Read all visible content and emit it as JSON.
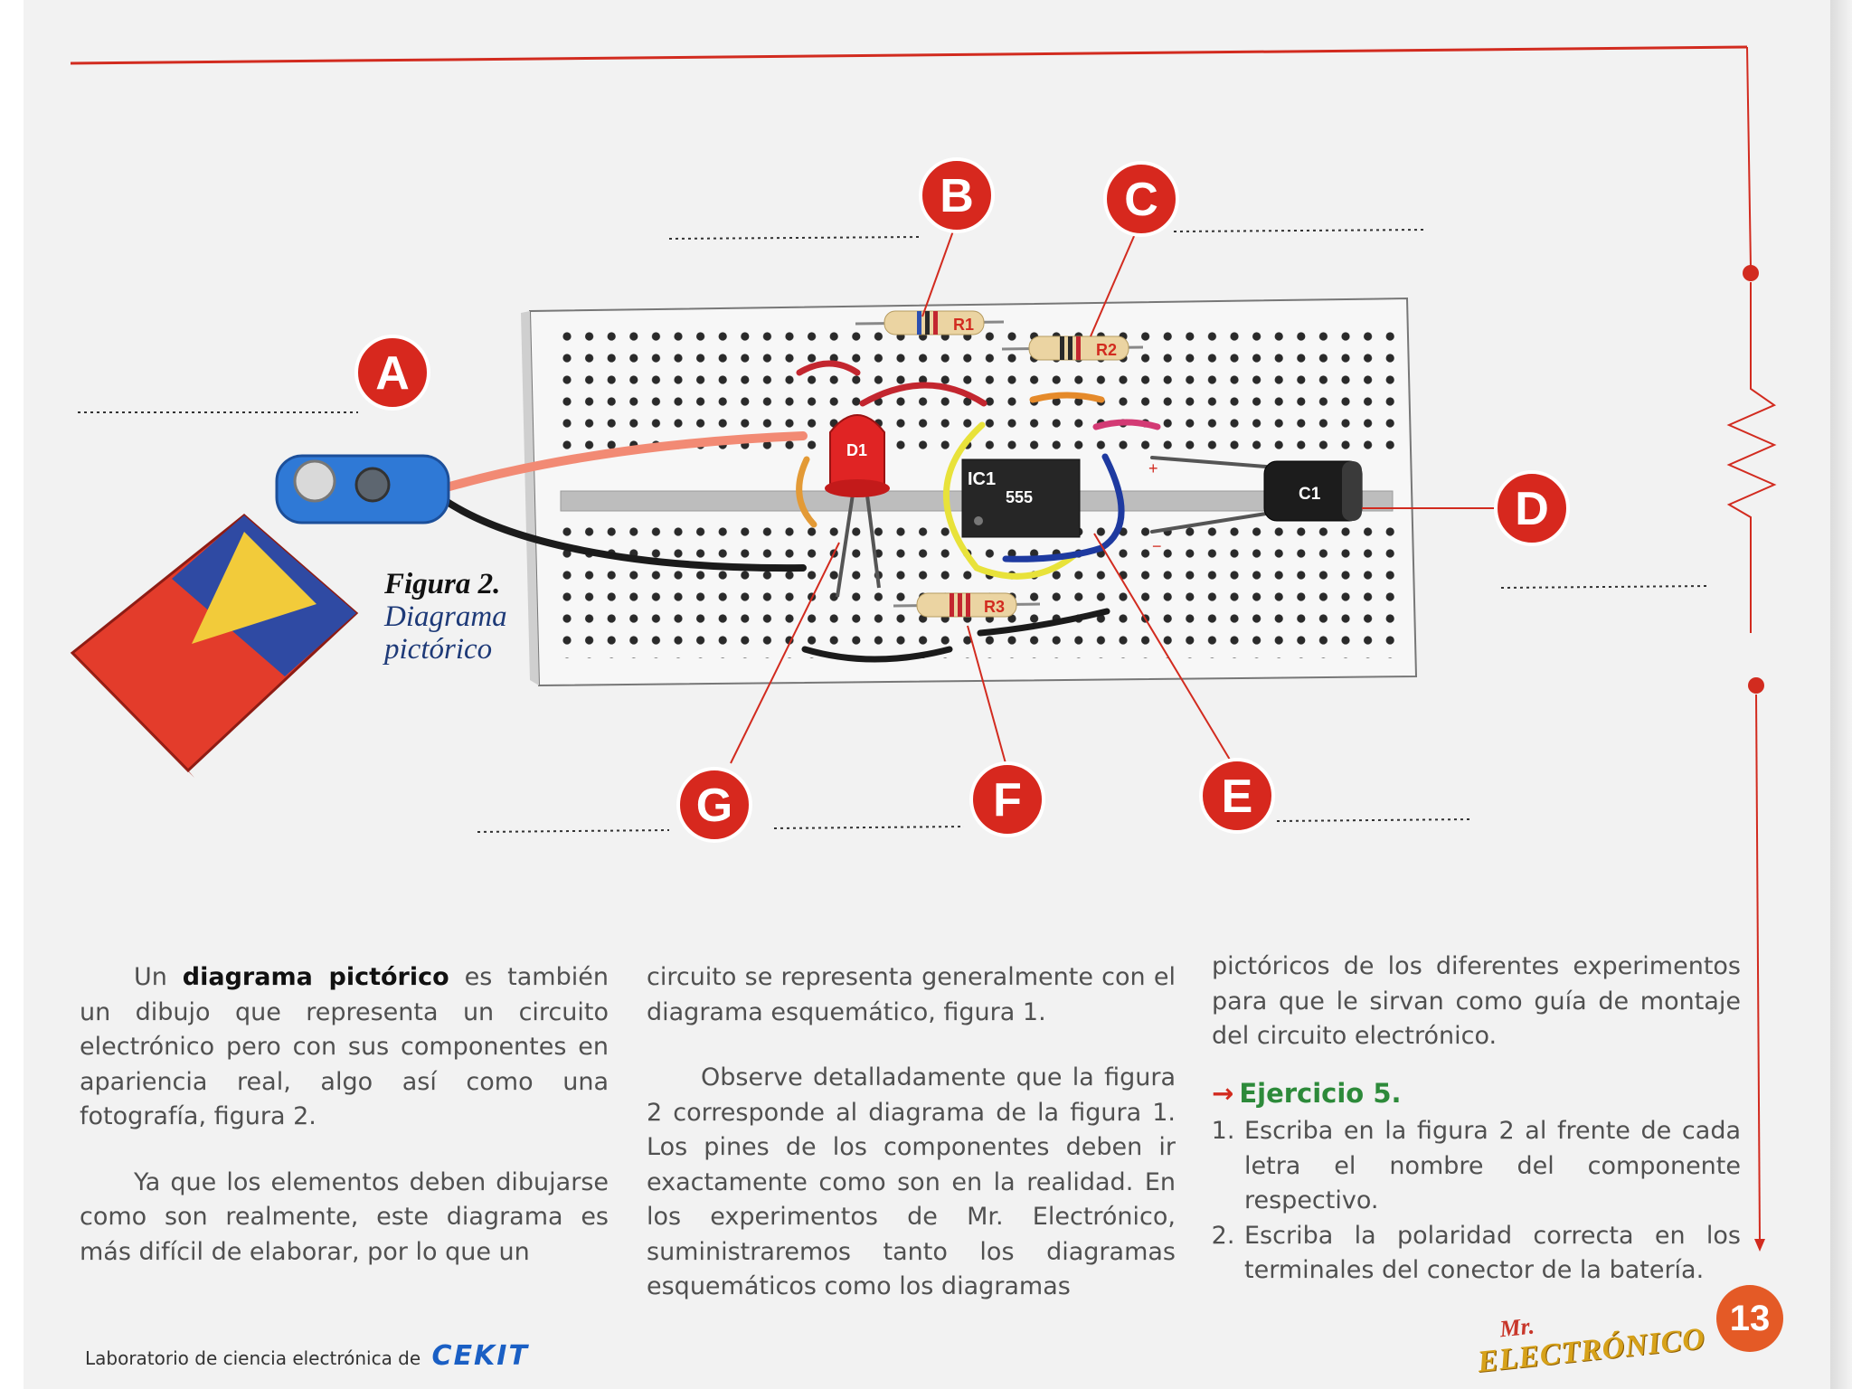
{
  "figure": {
    "caption_title": "Figura 2.",
    "caption_line1": "Diagrama",
    "caption_line2": "pictórico",
    "labels": [
      "A",
      "B",
      "C",
      "D",
      "E",
      "F",
      "G"
    ],
    "components": {
      "r1": "R1",
      "r2": "R2",
      "r3": "R3",
      "d1": "D1",
      "ic1": "IC1",
      "ic_part": "555",
      "c1": "C1",
      "plus": "+",
      "minus": "−"
    }
  },
  "body": {
    "col1": {
      "p1_intro": "Un",
      "p1_bold": "diagrama pictórico",
      "p1_rest": "es también un dibujo que representa un circuito electrónico pero con sus componentes en apariencia real, algo así como una fotografía, figura 2.",
      "p2": "Ya que los elementos deben dibujarse como son realmente, este diagrama es más difícil de elaborar, por lo que un"
    },
    "col2": {
      "p1": "circuito se representa generalmente con el diagrama esquemático, figura 1.",
      "p2": "Observe detalladamente que la figura 2 corresponde al diagrama de la figura 1. Los pines de los componentes deben ir exactamente como son en la realidad. En los experimentos de Mr. Electrónico, suministraremos tanto los diagramas esquemáticos como los diagramas"
    },
    "col3": {
      "p1": "pictóricos de los diferentes experimentos para que le sirvan como guía de montaje del circuito electrónico.",
      "exercise_title": "Ejercicio 5.",
      "exercise_items": [
        "Escriba en la figura 2 al frente de cada letra el nombre del componente respectivo.",
        "Escriba la polaridad correcta en los terminales del conector de la batería."
      ]
    }
  },
  "footer": {
    "text": "Laboratorio de ciencia electrónica de",
    "brand": "CEKIT",
    "logo_mr": "Mr.",
    "logo_name": "ELECTRÓNICO",
    "page_number": "13"
  },
  "colors": {
    "accent_red": "#d22b1f",
    "exercise_green": "#2d8a3a",
    "brand_blue": "#1a5fc4",
    "page_badge": "#e45a26"
  }
}
